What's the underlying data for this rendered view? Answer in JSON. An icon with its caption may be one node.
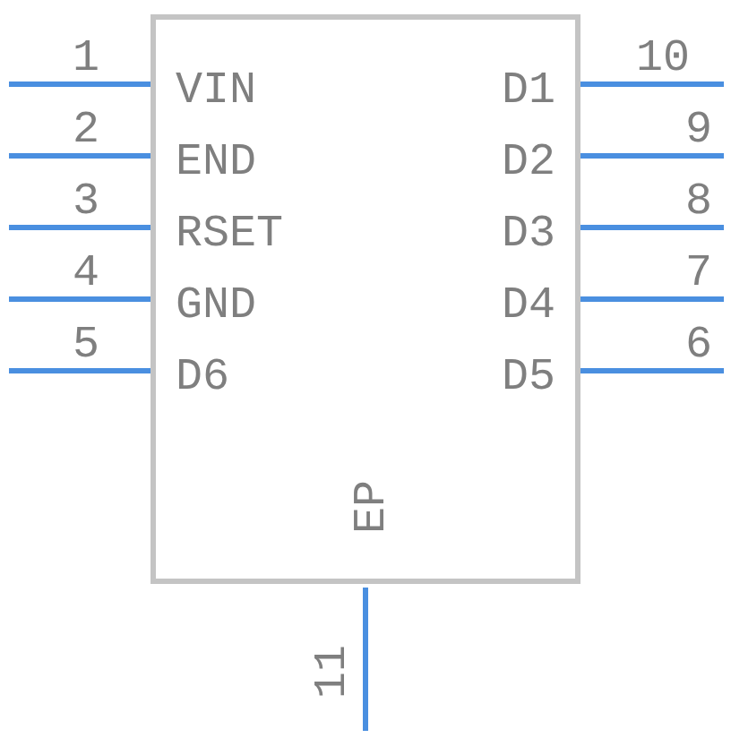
{
  "diagram": {
    "nodes": [
      {
        "text": [
          "VIN",
          "END",
          "RSET",
          "GND",
          "D6",
          "D1",
          "D2",
          "D3",
          "D4",
          "D5",
          "EP"
        ]
      }
    ],
    "labels": [
      "1",
      "10",
      "2",
      "9",
      "3",
      "8",
      "4",
      "7",
      "5",
      "6",
      "11"
    ]
  }
}
